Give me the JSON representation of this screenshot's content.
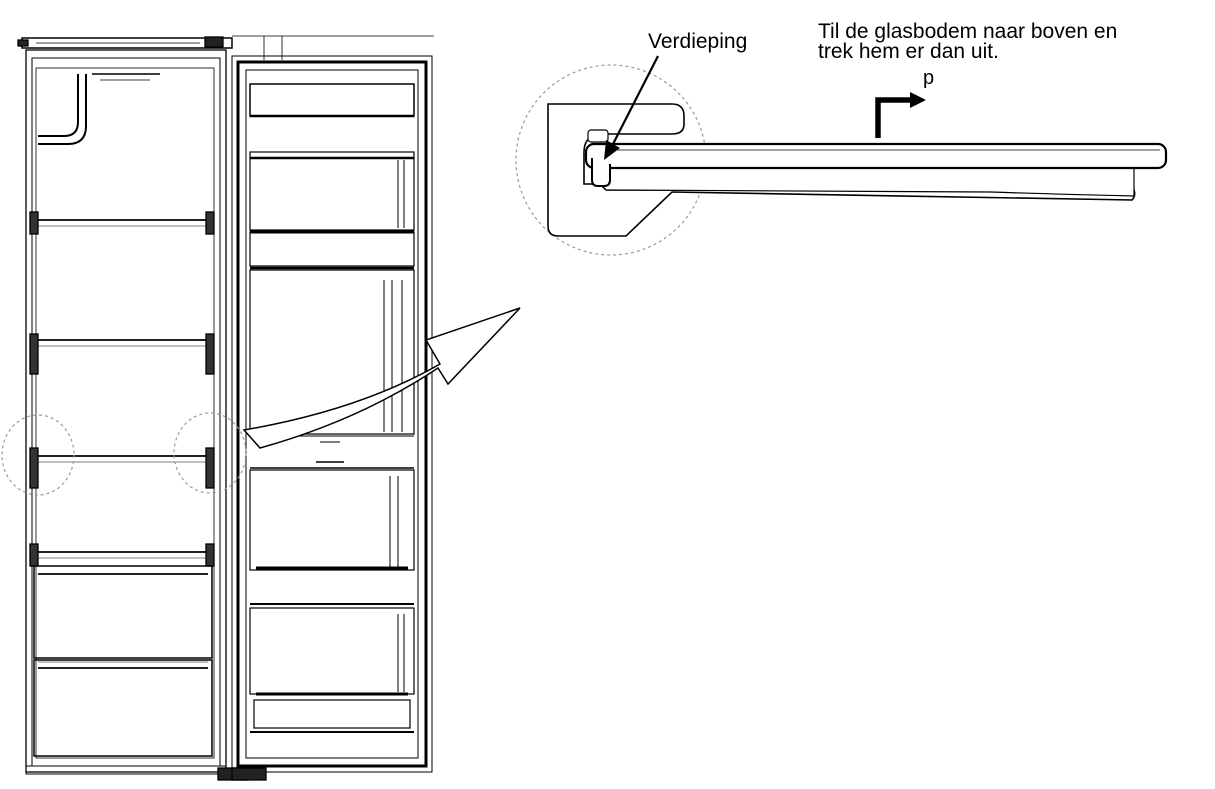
{
  "labels": {
    "recess": "Verdieping",
    "instruction_line1": "Til de glasbodem naar boven en",
    "instruction_line2": "trek hem er dan uit.",
    "pull_marker": "p"
  },
  "colors": {
    "line": "#000000",
    "dashed_circle": "#9a9a9a",
    "background": "#ffffff"
  },
  "icons": {
    "pull_arrow": "lift-and-pull-arrow-icon",
    "callout_arrow": "curved-arrow-icon"
  }
}
